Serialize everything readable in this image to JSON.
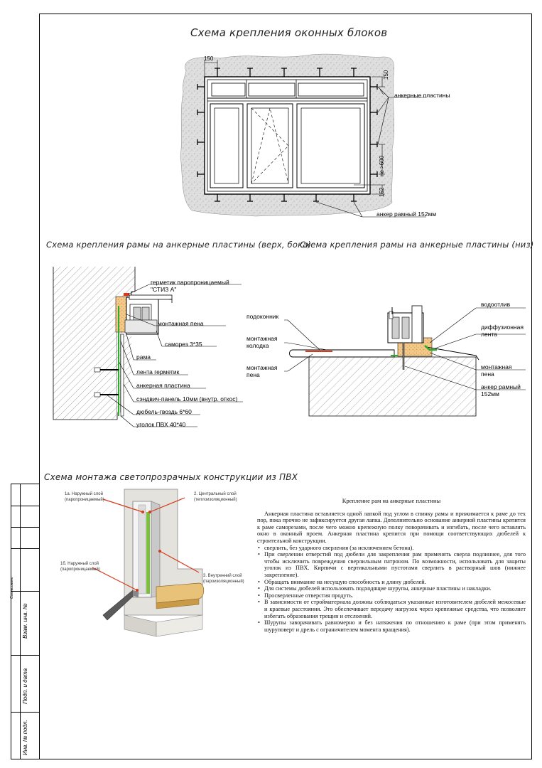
{
  "titles": {
    "main": "Схема крепления оконных блоков",
    "top_side": "Схема крепления рамы на анкерные пластины (верх, бока)",
    "bottom": "Схема крепления рамы на анкерные пластины (низ)",
    "pvc": "Схема монтажа светопрозрачных конструкции из ПВХ"
  },
  "window_diagram": {
    "dim_150_left": "150",
    "dim_150_right": "150",
    "dim_600": "не >600",
    "dim_152": "152",
    "anchor_plates": "анкерные пластины",
    "anchor_frame": "анкер рамный 152мм"
  },
  "side_section": {
    "sealant_line1": "герметик паропроницаемый",
    "sealant_line2": "\"СТИЗ А\"",
    "foam": "монтажная пена",
    "screw": "саморез 3*35",
    "frame": "рама",
    "tape": "лента герметик",
    "anchor_plate": "анкерная пластина",
    "sandwich": "сэндвич-панель 10мм (внутр. откос)",
    "dowel": "дюбель-гвоздь 6*60",
    "corner": "уголок ПВХ 40*40"
  },
  "bottom_section": {
    "sill": "подоконник",
    "block_line1": "монтажная",
    "block_line2": "колодка",
    "foam_line1": "монтажная",
    "foam_line2": "пена",
    "drip": "водоотлив",
    "diff_line1": "диффузионная",
    "diff_line2": "лента",
    "foam_r_line1": "монтажная",
    "foam_r_line2": "пена",
    "anchor_line1": "анкер рамный",
    "anchor_line2": "152мм"
  },
  "pvc_scheme": {
    "layer_1a_line1": "1а. Наружный слой",
    "layer_1a_line2": "(паропроницаемый)",
    "layer_2_line1": "2. Центральный слой",
    "layer_2_line2": "(теплоизоляционный)",
    "layer_1b_line1": "1б. Наружный слой",
    "layer_1b_line2": "(паропроницаемый)",
    "layer_3_line1": "3. Внутренний слой",
    "layer_3_line2": "(пароизоляционный)"
  },
  "text": {
    "heading": "Крепление рам на анкерные пластины",
    "intro": "Анкерная пластина вставляется одной лапкой под углом в спинку рамы и прижимается к раме до тех пор, пока прочно не зафиксируется другая лапка. Дополнительно основание анкерной пластины крепится к раме саморезами, после чего можно крепежную полку поворачивать и изгибать, после чего вставлять окно в оконный проем. Анкерная пластина крепится при помощи соответствующих дюбелей к строительной конструкции.",
    "bullets": [
      "сверлить, без ударного сверления (за исключением бетона).",
      "При сверлении отверстий под дюбели для закрепления рам применять сверла подлиннее, для того чтобы исключить повреждения сверлильным патроном. По возможности, использовать для защиты уголок из ПВХ. Кирпичи с вертикальными пустотами сверлить в растворный шов (нижнее закрепление).",
      "Обращать внимание на несущую способность и длину дюбелей.",
      "Для системы дюбелей использовать подходящие шурупы, анкерные пластины и накладки.",
      "Просверленные отверстия продуть.",
      "В зависимости от стройматериала должны соблюдаться указанные изготовителем дюбелей межосевые и краевые расстояния. Это обеспечивает передачу нагрузок через крепежные средства, что позволяет избегать образования трещин и отслоений.",
      "Шурупы заворачивать равномерно и без натяжения по отношению к раме (при этом применять шуруповерт и дрель с ограничителем момента вращения)."
    ]
  },
  "stamp": {
    "vzam": "Взам. инв. №",
    "podp": "Подп. и дата",
    "inv": "Инв. № подл.",
    "small": "Согласовано"
  },
  "colors": {
    "foam": "#f2c98a",
    "green": "#2faa2f",
    "red": "#d63a1a",
    "wall": "#e6e6e6"
  }
}
